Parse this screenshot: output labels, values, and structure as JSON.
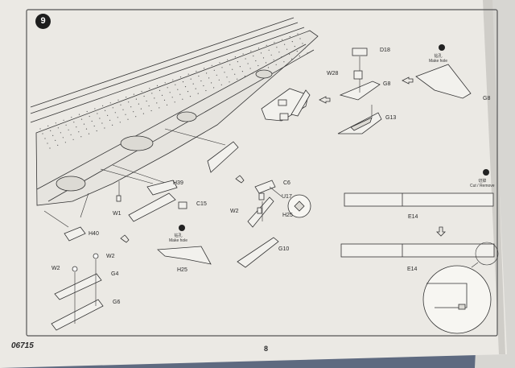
{
  "step_number": "9",
  "product_code": "06715",
  "page_number": "8",
  "instructions": {
    "make_hole_top": {
      "cn": "钻孔",
      "en": "Make hole"
    },
    "make_hole_left": {
      "cn": "钻孔",
      "en": "Make hole"
    },
    "cut_remove": {
      "cn": "切掉",
      "en": "Cut / Remove"
    }
  },
  "parts": {
    "D18": "D18",
    "W28": "W28",
    "G8_center": "G8",
    "G8_right": "G8",
    "G13": "G13",
    "H39": "H39",
    "C15": "C15",
    "W1": "W1",
    "H40": "H40",
    "C6": "C6",
    "U17": "U17",
    "W2_mid": "W2",
    "H25_mid": "H25",
    "G10": "G10",
    "H25_left": "H25",
    "W2_a": "W2",
    "W2_b": "W2",
    "G4": "G4",
    "G6": "G6",
    "E14_top": "E14",
    "E14_bottom": "E14"
  },
  "colors": {
    "paper": "#ebe9e4",
    "ink": "#2b2b2b",
    "background": "#5e6a80"
  }
}
